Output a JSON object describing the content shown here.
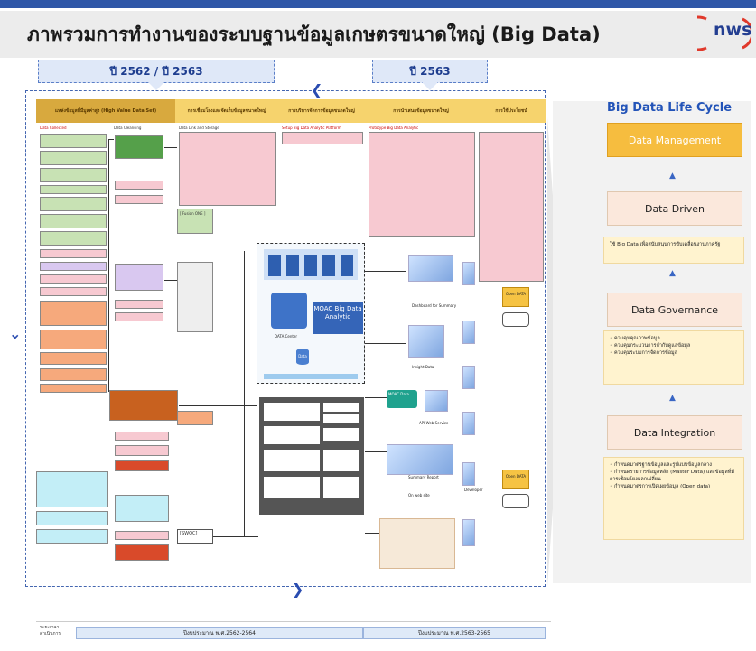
{
  "title": "ภาพรวมการทำงานของระบบฐานข้อมูลเกษตรขนาดใหญ่ (Big Data)",
  "logo": {
    "text": "nws",
    "icon": "nws-logo-icon"
  },
  "periods": [
    "ปี 2562 / ปี 2563",
    "ปี 2563"
  ],
  "columns": [
    "แหล่งข้อมูลที่มีมูลค่าสูง (High Value Data Set)",
    "การเชื่อมโยงและจัดเก็บข้อมูลขนาดใหญ่",
    "การบริหารจัดการข้อมูลขนาดใหญ่",
    "การนำเสนอข้อมูลขนาดใหญ่",
    "การใช้ประโยชน์"
  ],
  "subheads": [
    "Data Collected",
    "Data Cleansing",
    "Data Link and Storage",
    "Setup Big Data Analytic Platform",
    "Prototype Big Data Analytic"
  ],
  "center": {
    "core_title": "MOAC Big Data Analytic",
    "data_center": "DATA Center",
    "data_label": "Data",
    "slabel": "[SWOC]",
    "fusion": "[ Fusion ONE ]"
  },
  "outputs": {
    "dashboard": "Dashboard for Summary",
    "insight": "Insight Data",
    "api": "API Web Service",
    "summary": "Summary Report",
    "web": "On web site",
    "moac_data": "MOAC Data",
    "open_data_1": "Open DATA",
    "open_data_2": "Open DATA",
    "developer": "Developer"
  },
  "lifecycle": {
    "title": "Big Data Life Cycle",
    "stages": [
      "Data Management",
      "Data Driven",
      "Data Governance",
      "Data Integration"
    ],
    "driven_desc": "ใช้ Big Data เพื่อสนับสนุนการขับเคลื่อนงานภาครัฐ",
    "governance_items": [
      "ควบคุมคุณภาพข้อมูล",
      "ควบคุมกระบวนการกำกับดูแลข้อมูล",
      "ควบคุมระบบการจัดการข้อมูล"
    ],
    "integration_items": [
      "กำหนดมาตรฐานข้อมูลและรูปแบบข้อมูลกลาง",
      "กำหนดรายการข้อมูลหลัก (Master Data) และข้อมูลที่มีการเชื่อมโยงแลกเปลี่ยน",
      "กำหนดมาตรการเปิดเผยข้อมูล (Open data)"
    ]
  },
  "bottom": {
    "label": "ระยะเวลา ดำเนินการ",
    "budget_1": "ปีงบประมาณ พ.ศ.2562-2564",
    "budget_2": "ปีงบประมาณ พ.ศ.2563-2565"
  },
  "colors": {
    "accent": "#2f57a8",
    "lifecycle_title": "#2253b8",
    "data_management": "#f5b93a"
  }
}
